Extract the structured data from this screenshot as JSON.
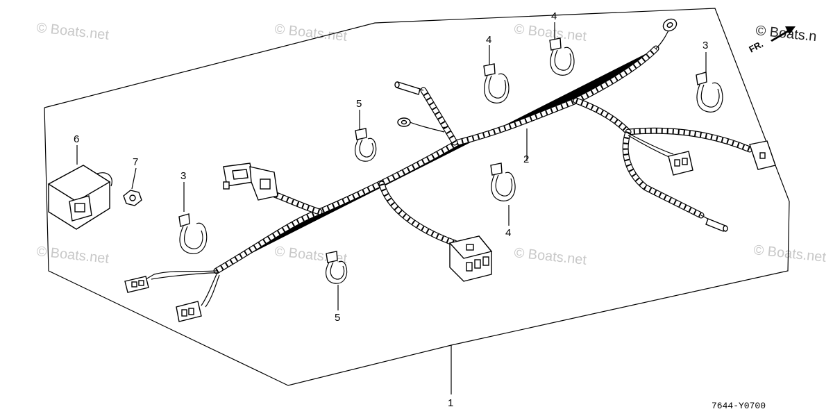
{
  "watermarks": [
    "© Boats.net",
    "© Boats.net",
    "© Boats.net",
    "© Boats.net",
    "© Boats.net",
    "© Boats.net",
    "© Boats.net"
  ],
  "corner_watermark": "© Boats.n",
  "direction_label": "FR.",
  "callouts": {
    "c1": "1",
    "c2": "2",
    "c3a": "3",
    "c3b": "3",
    "c4a": "4",
    "c4b": "4",
    "c4c": "4",
    "c5a": "5",
    "c5b": "5",
    "c6": "6",
    "c7": "7"
  },
  "diagram_code": "7644-Y0700"
}
